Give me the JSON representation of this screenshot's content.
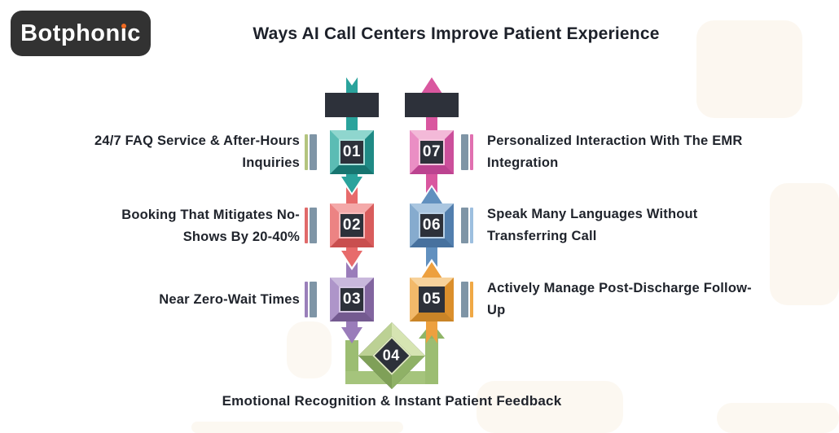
{
  "logo": {
    "name": "Botphonic",
    "pre": "Botphon",
    "dotless_i": "ı",
    "post": "c"
  },
  "title": "Ways AI Call Centers Improve Patient Experience",
  "steps": [
    {
      "num": "01",
      "side": "left",
      "color": "#2aa39c",
      "label": "24/7 FAQ Service & After-Hours Inquiries"
    },
    {
      "num": "02",
      "side": "left",
      "color": "#e76b6b",
      "label": "Booking That Mitigates No-Shows By 20-40%"
    },
    {
      "num": "03",
      "side": "left",
      "color": "#9a7cba",
      "label": "Near Zero-Wait Times"
    },
    {
      "num": "04",
      "side": "bottom",
      "color": "#a5c47c",
      "label": "Emotional Recognition & Instant Patient Feedback"
    },
    {
      "num": "05",
      "side": "right",
      "color": "#eda03f",
      "label": "Actively Manage Post-Discharge Follow-Up"
    },
    {
      "num": "06",
      "side": "right",
      "color": "#6190bf",
      "label": "Speak Many Languages Without Transferring Call"
    },
    {
      "num": "07",
      "side": "right",
      "color": "#d9579f",
      "label": "Personalized Interaction With The EMR Integration"
    }
  ],
  "colors": {
    "teal": "#2aa39c",
    "coral": "#e76b6b",
    "purple": "#9a7cba",
    "green": "#a5c47c",
    "orange": "#eda03f",
    "blue": "#6190bf",
    "pink": "#d9579f",
    "dark_block": "#2d313a",
    "text": "#20242c",
    "tick_gray": "#7f95a6",
    "logo_background": "#323232",
    "logo_dot_orange": "#f06b22"
  }
}
